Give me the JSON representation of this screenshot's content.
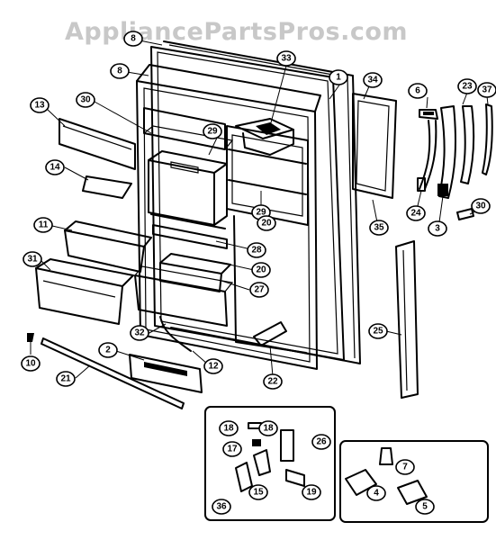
{
  "watermark": "AppliancePartsPros.com",
  "callouts": {
    "c1": "1",
    "c2": "2",
    "c3": "3",
    "c4": "4",
    "c5": "5",
    "c6": "6",
    "c7": "7",
    "c8": "8",
    "c10": "10",
    "c11": "11",
    "c12": "12",
    "c13": "13",
    "c14": "14",
    "c15": "15",
    "c17": "17",
    "c18a": "18",
    "c18b": "18",
    "c19": "19",
    "c20a": "20",
    "c20b": "20",
    "c21": "21",
    "c22": "22",
    "c23": "23",
    "c24": "24",
    "c25": "25",
    "c26": "26",
    "c27": "27",
    "c28": "28",
    "c29a": "29",
    "c29b": "29",
    "c30a": "30",
    "c30b": "30",
    "c31": "31",
    "c32": "32",
    "c33": "33",
    "c34": "34",
    "c35": "35",
    "c36": "36",
    "c37": "37"
  }
}
